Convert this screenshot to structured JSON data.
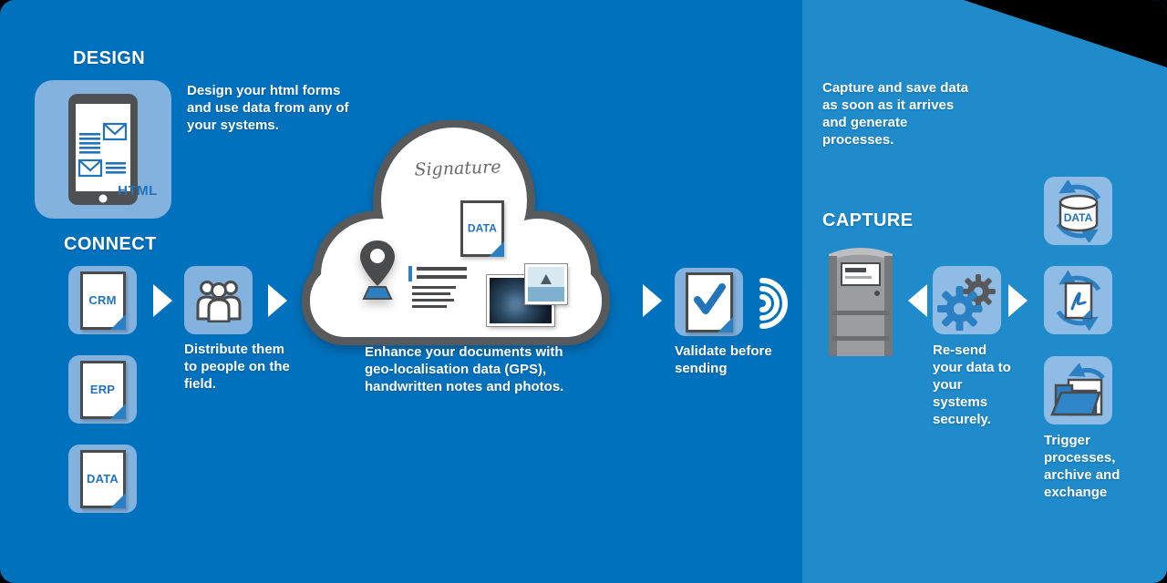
{
  "colors": {
    "left_background": "#0071BC",
    "right_background": "#1F8BCB",
    "icon_box": "#84B2DF",
    "accent_blue": "#2273BA",
    "dark_gray": "#4A4B4D",
    "text": "#FFFFFF"
  },
  "left": {
    "design": {
      "heading": "DESIGN",
      "tablet_label": "HTML",
      "description": "Design your html forms and use data from any of your systems."
    },
    "connect": {
      "heading": "CONNECT",
      "sources": [
        "CRM",
        "ERP",
        "DATA"
      ],
      "distribute_caption": "Distribute them to people on the field."
    },
    "cloud": {
      "signature_label": "Signature",
      "document_label": "DATA",
      "enhance_caption": "Enhance your documents with geo-localisation data (GPS), handwritten notes and photos."
    },
    "validate": {
      "caption": "Validate before sending"
    }
  },
  "right": {
    "intro": "Capture and save data as soon as it arrives and generate processes.",
    "capture_heading": "CAPTURE",
    "resend_caption": "Re-send your data to your systems securely.",
    "database_label": "DATA",
    "trigger_caption": "Trigger processes, archive and exchange"
  }
}
